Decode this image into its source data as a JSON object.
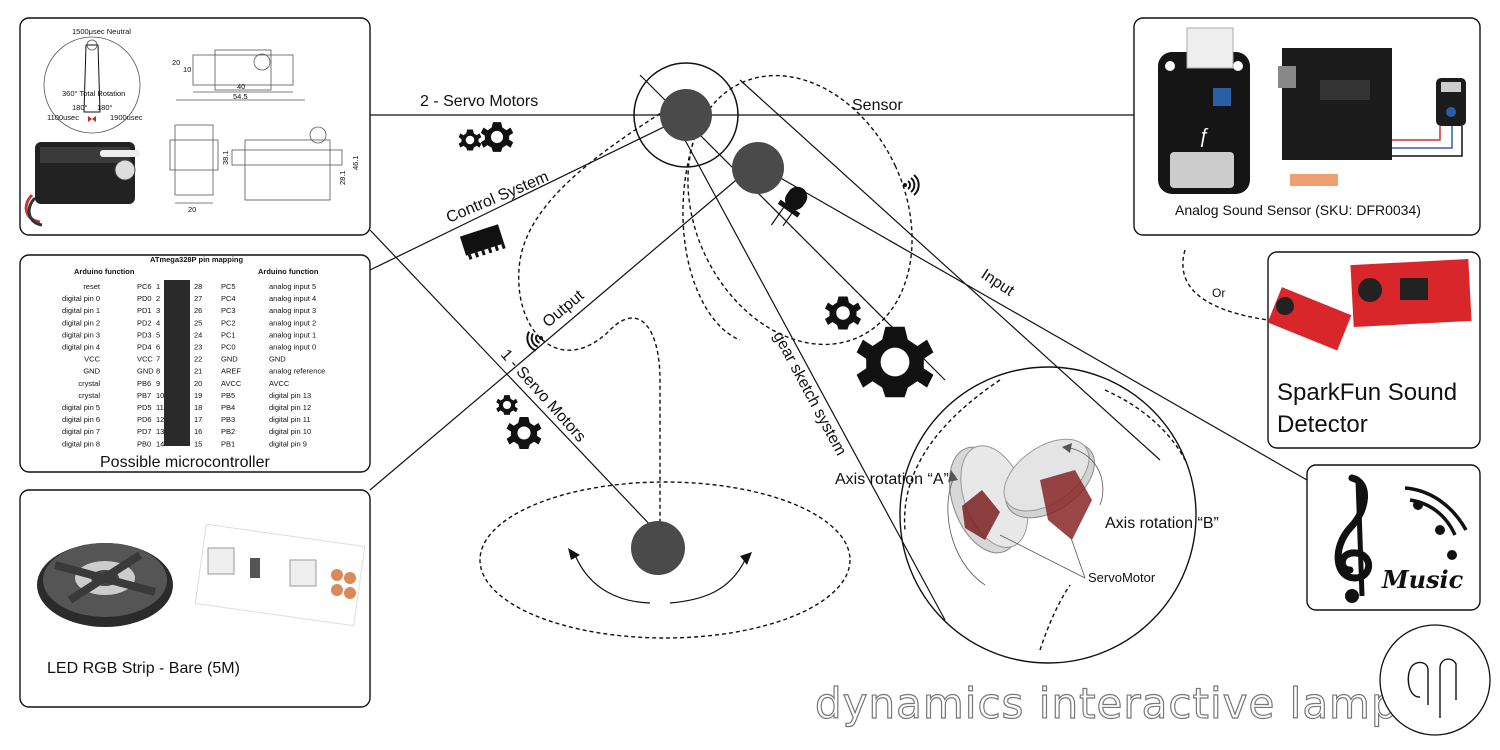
{
  "title": "dynamics interactive lamp",
  "logo_icon": "dl-monogram-icon",
  "labels": {
    "servo2": "2 - Servo Motors",
    "servo1": "1 - Servo Motors",
    "control": "Control System",
    "output": "Output",
    "sensor": "Sensor",
    "input": "Input",
    "gear_sketch": "gear sketch system",
    "axis_a": "Axis rotation “A”",
    "axis_b": "Axis rotation “B”",
    "servomotor": "ServoMotor",
    "or": "Or"
  },
  "servo_box": {
    "caption": "",
    "neutral": "1500μsec Neutral",
    "total_rotation": "360° Total Rotation",
    "deg_left": "180°",
    "deg_right": "180°",
    "usec_left": "1100usec",
    "usec_right": "1900usec",
    "dim_40": "40",
    "dim_545": "54.5",
    "dim_20a": "20",
    "dim_10": "10",
    "dim_381": "38.1",
    "dim_281": "28.1",
    "dim_461": "46.1",
    "dim_20b": "20"
  },
  "micro_box": {
    "caption": "Possible microcontroller",
    "heading": "ATmega328P pin mapping",
    "left_head": "Arduino function",
    "right_head": "Arduino function",
    "left_rows": [
      [
        "reset",
        "PC6"
      ],
      [
        "digital pin 0",
        "PD0"
      ],
      [
        "digital pin 1",
        "PD1"
      ],
      [
        "digital pin 2",
        "PD2"
      ],
      [
        "digital pin 3",
        "PD3"
      ],
      [
        "digital pin 4",
        "PD4"
      ],
      [
        "VCC",
        "VCC"
      ],
      [
        "GND",
        "GND"
      ],
      [
        "crystal",
        "PB6"
      ],
      [
        "crystal",
        "PB7"
      ],
      [
        "digital pin 5",
        "PD5"
      ],
      [
        "digital pin 6",
        "PD6"
      ],
      [
        "digital pin 7",
        "PD7"
      ],
      [
        "digital pin 8",
        "PB0"
      ]
    ],
    "right_rows": [
      [
        "PC5",
        "analog input 5"
      ],
      [
        "PC4",
        "analog input 4"
      ],
      [
        "PC3",
        "analog input 3"
      ],
      [
        "PC2",
        "analog input 2"
      ],
      [
        "PC1",
        "analog input 1"
      ],
      [
        "PC0",
        "analog input 0"
      ],
      [
        "GND",
        "GND"
      ],
      [
        "AREF",
        "analog reference"
      ],
      [
        "AVCC",
        "AVCC"
      ],
      [
        "PB5",
        "digital pin 13"
      ],
      [
        "PB4",
        "digital pin 12"
      ],
      [
        "PB3",
        "digital pin 11"
      ],
      [
        "PB2",
        "digital pin 10"
      ],
      [
        "PB1",
        "digital pin 9"
      ]
    ]
  },
  "led_box": {
    "caption": "LED RGB Strip - Bare (5M)"
  },
  "sound_box": {
    "caption": "Analog Sound Sensor (SKU: DFR0034)"
  },
  "sparkfun_box": {
    "caption_line1": "SparkFun Sound",
    "caption_line2": "Detector"
  },
  "music_box": {
    "caption": "Music",
    "icon": "treble-clef-music-icon"
  },
  "colors": {
    "line": "#111111",
    "title_stroke": "#777777",
    "pcb_red": "#d8262b",
    "ball": "#4a4a4a"
  }
}
